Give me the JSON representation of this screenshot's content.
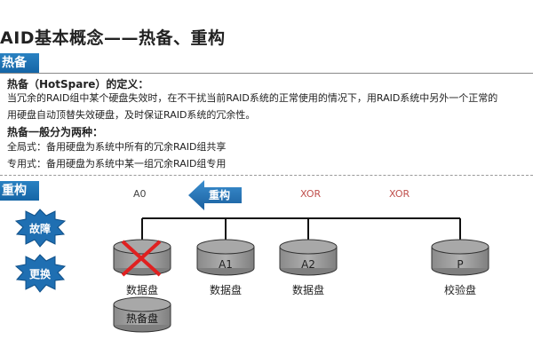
{
  "title": "AID基本概念——热备、重构",
  "hotspare": {
    "tab": "热备",
    "definition_heading": "热备（HotSpare）的定义：",
    "definition_line1": "当冗余的RAID组中某个硬盘失效时，在不干扰当前RAID系统的正常使用的情况下，用RAID系统中另外一个正常的",
    "definition_line2": "用硬盘自动顶替失效硬盘，及时保证RAID系统的冗余性。",
    "types_heading": "热备一般分为两种：",
    "type_global": "全局式：备用硬盘为系统中所有的冗余RAID组共享",
    "type_dedicated": "专用式：备用硬盘为系统中某一组冗余RAID组专用"
  },
  "rebuild": {
    "tab": "重构",
    "arrow_label": "重构",
    "badge_fault": "故障",
    "badge_replace": "更换",
    "col_labels": [
      "A0",
      "XOR",
      "XOR"
    ],
    "disks": [
      {
        "name": "",
        "caption": "数据盘",
        "failed": true
      },
      {
        "name": "A1",
        "caption": "数据盘",
        "failed": false
      },
      {
        "name": "A2",
        "caption": "数据盘",
        "failed": false
      },
      {
        "name": "P",
        "caption": "校验盘",
        "failed": false
      }
    ],
    "hotspare_disk": {
      "name": "热备盘"
    }
  },
  "colors": {
    "tab_blue": "#1d72b4",
    "starburst": "#1f6fb2",
    "disk_fill": "#9a9a9a",
    "failed_x": "#e02020",
    "xor": "#c0504d"
  }
}
